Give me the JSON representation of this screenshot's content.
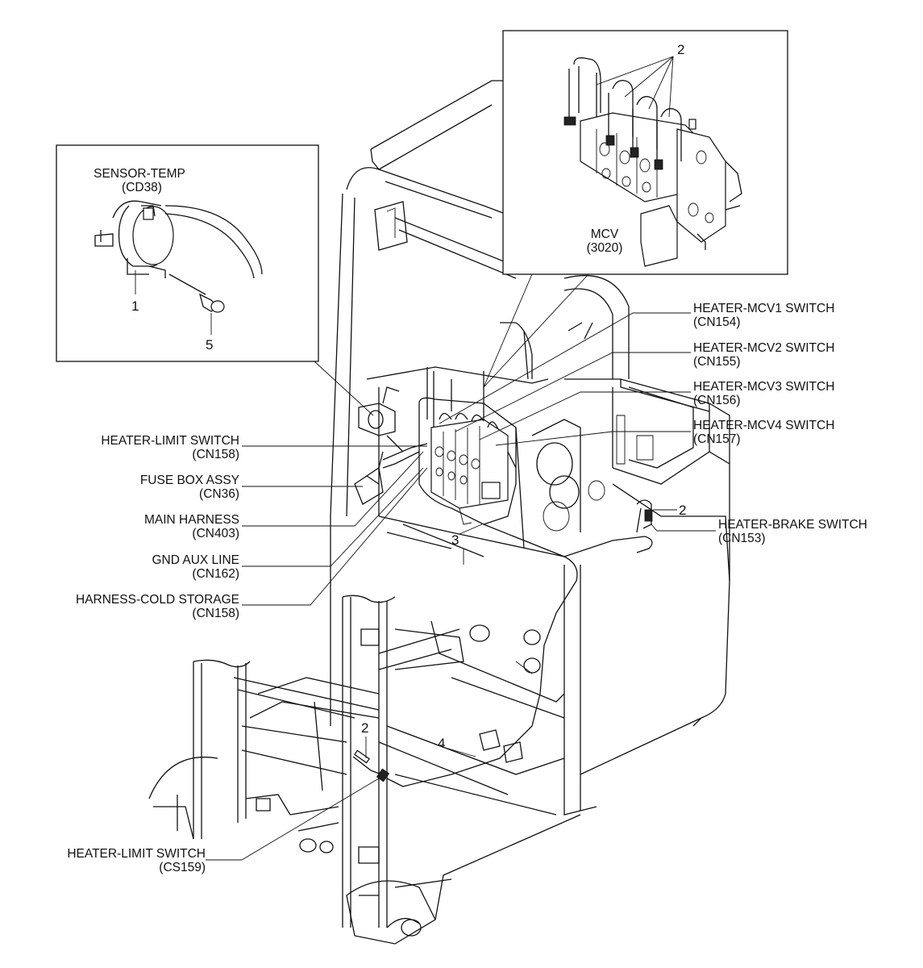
{
  "callouts": {
    "sensor_temp": {
      "name": "SENSOR-TEMP",
      "code": "(CD38)"
    },
    "mcv": {
      "name": "MCV",
      "code": "(3020)"
    },
    "heater_mcv1": {
      "name": "HEATER-MCV1 SWITCH",
      "code": "(CN154)"
    },
    "heater_mcv2": {
      "name": "HEATER-MCV2 SWITCH",
      "code": "(CN155)"
    },
    "heater_mcv3": {
      "name": "HEATER-MCV3 SWITCH",
      "code": "(CN156)"
    },
    "heater_mcv4": {
      "name": "HEATER-MCV4 SWITCH",
      "code": "(CN157)"
    },
    "heater_limit_switch_1": {
      "name": "HEATER-LIMIT SWITCH",
      "code": "(CN158)"
    },
    "fuse_box": {
      "name": "FUSE BOX ASSY",
      "code": "(CN36)"
    },
    "main_harness": {
      "name": "MAIN HARNESS",
      "code": "(CN403)"
    },
    "gnd_aux": {
      "name": "GND AUX LINE",
      "code": "(CN162)"
    },
    "harness_cold": {
      "name": "HARNESS-COLD STORAGE",
      "code": "(CN158)"
    },
    "heater_brake": {
      "name": "HEATER-BRAKE SWITCH",
      "code": "(CN153)"
    },
    "heater_limit_switch_2": {
      "name": "HEATER-LIMIT SWITCH",
      "code": "(CS159)"
    }
  },
  "part_numbers": {
    "p1": "1",
    "p5": "5",
    "p2_mcv": "2",
    "p2_brake": "2",
    "p2_limit": "2",
    "p3": "3",
    "p4": "4"
  }
}
